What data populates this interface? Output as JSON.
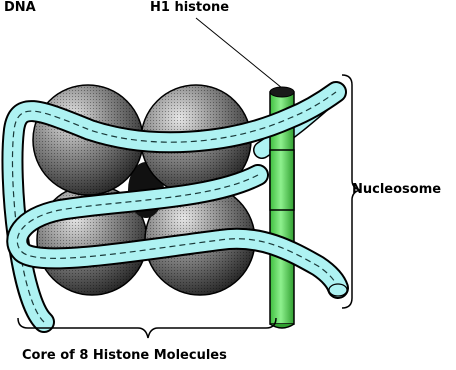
{
  "labels": {
    "dna": "DNA",
    "h1_histone": "H1 histone",
    "nucleosome": "Nucleosome",
    "core": "Core of 8 Histone Molecules"
  },
  "colors": {
    "dna_strand": "#aef2f2",
    "h1_histone": "#66dd66",
    "histone_dark": "#2a2a2a",
    "histone_light": "#d8d8d8",
    "outline": "#000000"
  }
}
